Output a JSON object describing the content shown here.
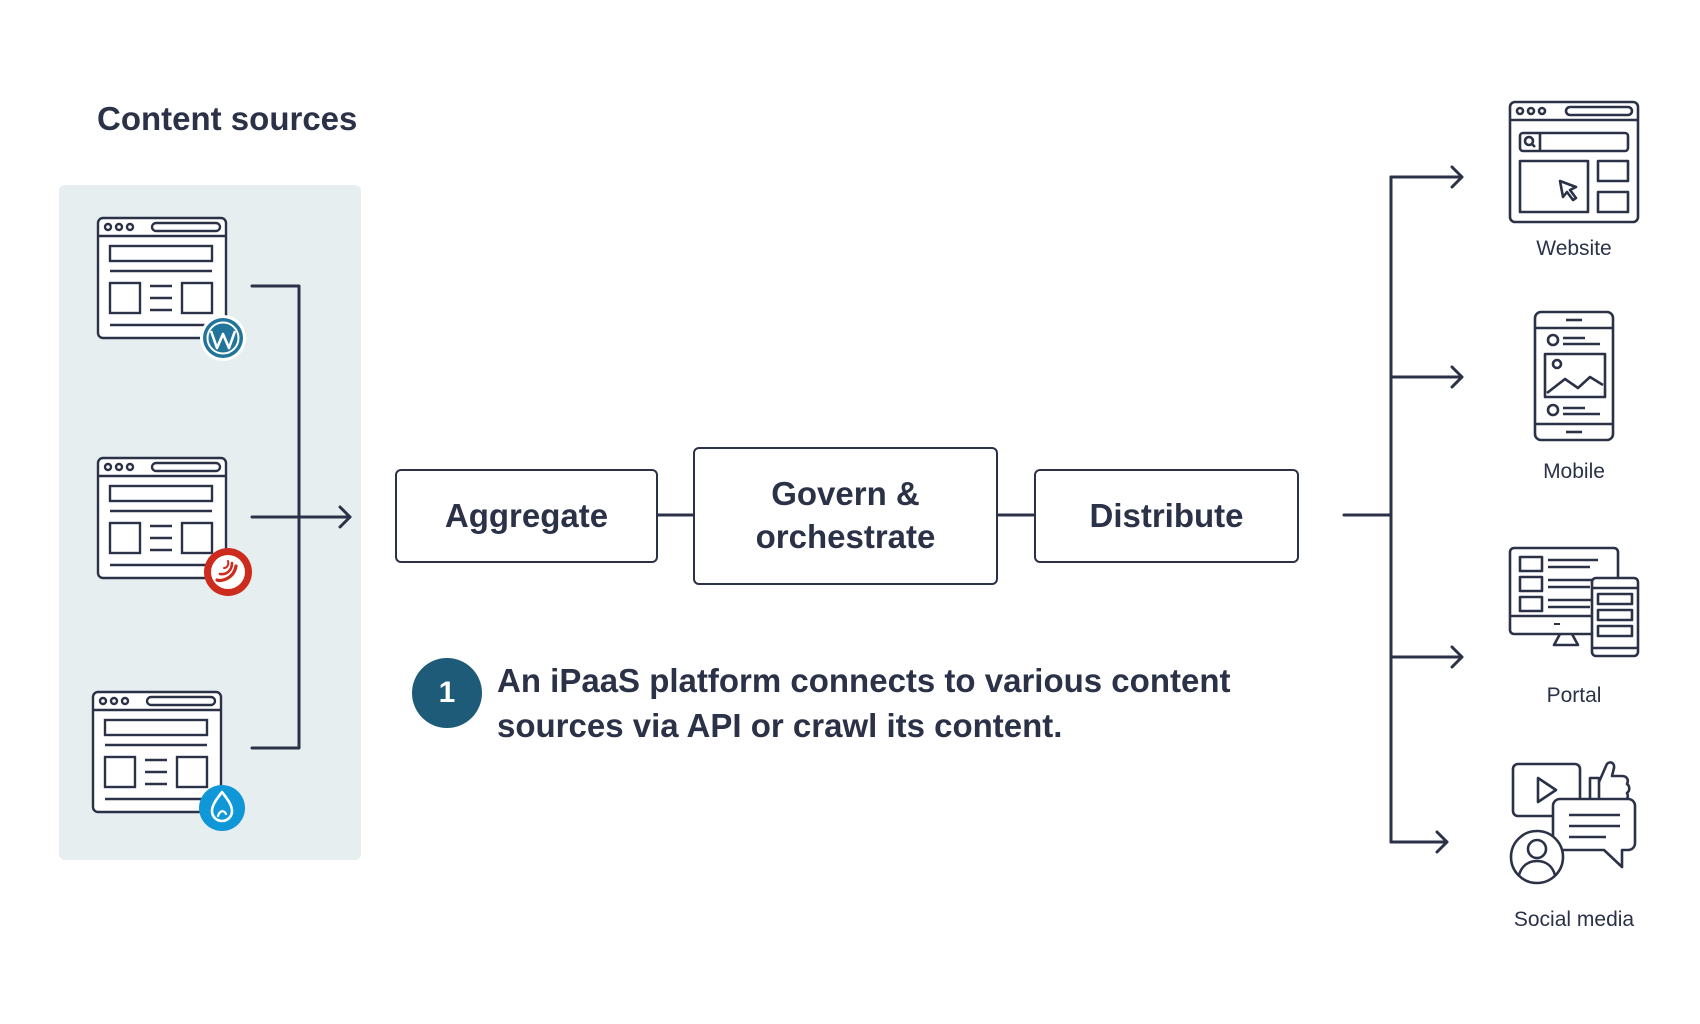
{
  "title": "Content sources",
  "sources": [
    {
      "icon": "wordpress-icon",
      "color": "#21759b"
    },
    {
      "icon": "sitecore-icon",
      "color": "#cc2b1d"
    },
    {
      "icon": "drupal-icon",
      "color": "#0f97d8"
    }
  ],
  "steps": {
    "aggregate": "Aggregate",
    "govern_line1": "Govern &",
    "govern_line2": "orchestrate",
    "distribute": "Distribute"
  },
  "note": {
    "number": "1",
    "text": "An iPaaS platform connects to various content sources via API or crawl its content."
  },
  "outputs": [
    {
      "label": "Website",
      "icon": "website-icon"
    },
    {
      "label": "Mobile",
      "icon": "mobile-icon"
    },
    {
      "label": "Portal",
      "icon": "portal-icon"
    },
    {
      "label": "Social media",
      "icon": "social-media-icon"
    }
  ],
  "colors": {
    "ink": "#2b3248",
    "panel": "#e6eef0",
    "badge": "#1d5b79"
  }
}
